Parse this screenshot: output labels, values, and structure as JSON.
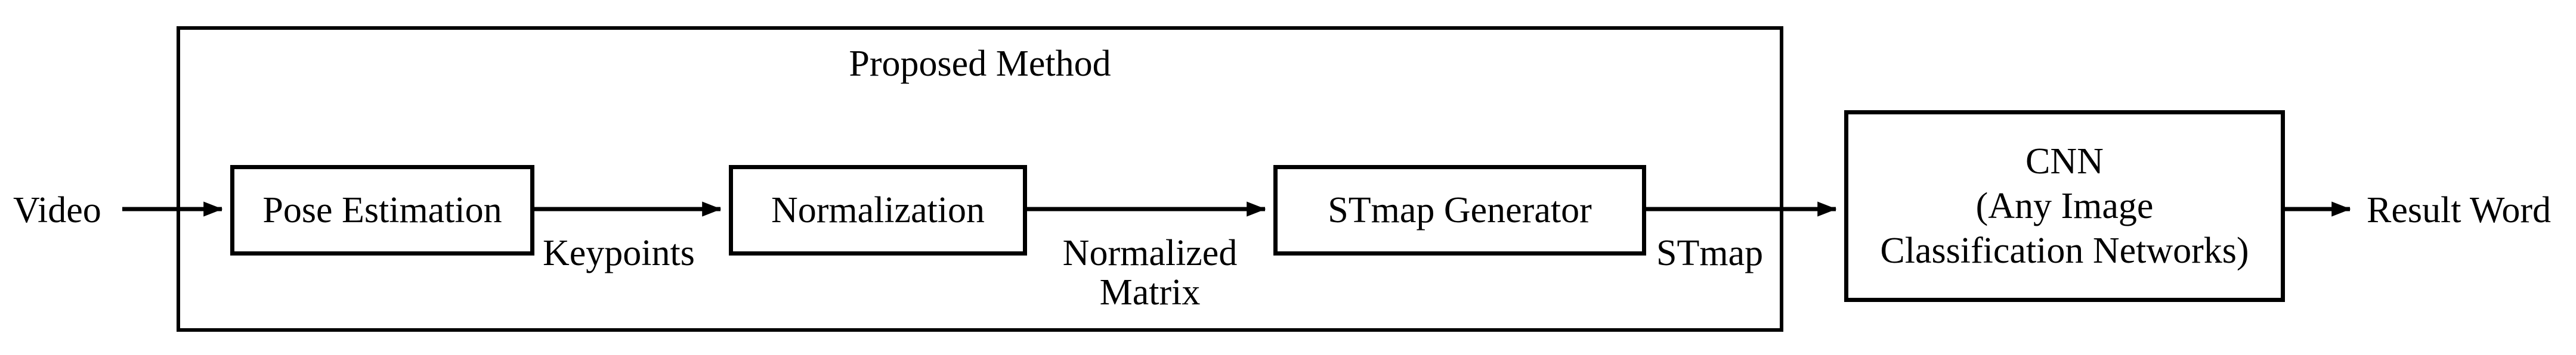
{
  "diagram": {
    "source_label": "Video",
    "result_label": "Result Word",
    "container": {
      "title": "Proposed Method"
    },
    "boxes": {
      "pose": "Pose Estimation",
      "normalization": "Normalization",
      "stmap_generator": "STmap Generator",
      "cnn_line1": "CNN",
      "cnn_line2": "(Any Image",
      "cnn_line3": "Classification Networks)"
    },
    "arrow_labels": {
      "keypoints": "Keypoints",
      "normalized_line1": "Normalized",
      "normalized_line2": "Matrix",
      "stmap": "STmap"
    },
    "colors": {
      "ink": "#000000",
      "background": "#ffffff"
    }
  }
}
